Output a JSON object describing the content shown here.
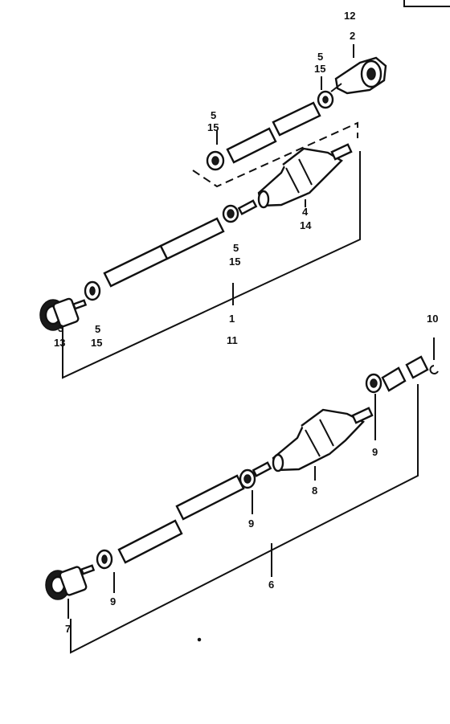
{
  "callouts": {
    "c1": "1",
    "c11": "11",
    "c3": "3",
    "c13": "13",
    "c4": "4",
    "c14": "14",
    "c5a": "5",
    "c15a": "15",
    "c5b": "5",
    "c15b": "15",
    "c5c": "5",
    "c15c": "15",
    "c5d": "5",
    "c15d": "15",
    "c12": "12",
    "c2": "2",
    "c10": "10",
    "c6": "6",
    "c7": "7",
    "c8": "8",
    "c9a": "9",
    "c9b": "9",
    "c9c": "9"
  }
}
